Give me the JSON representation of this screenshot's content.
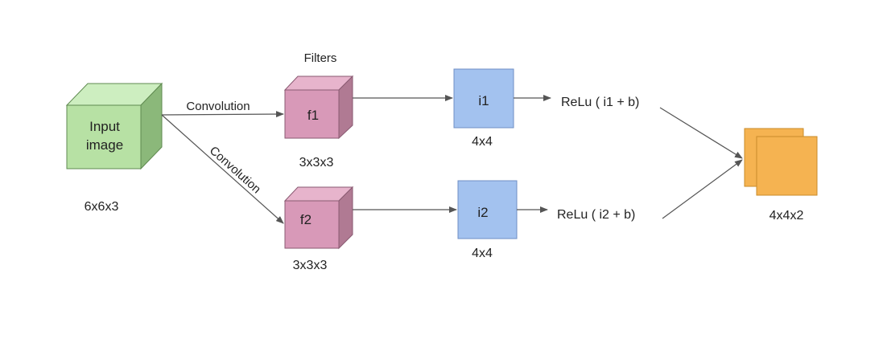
{
  "colors": {
    "input_front": "#b7e1a4",
    "input_top": "#cdeec0",
    "input_side": "#8bb87a",
    "input_stroke": "#5f8a50",
    "filter_front": "#d899b8",
    "filter_top": "#e7b4cc",
    "filter_side": "#b07a93",
    "filter_stroke": "#8a5a72",
    "map_fill": "#a3c2ef",
    "map_stroke": "#6f8fc4",
    "output_fill": "#f5b351",
    "output_stroke": "#c98b2a",
    "arrow": "#555555"
  },
  "input": {
    "label_line1": "Input",
    "label_line2": "image",
    "dims": "6x6x3"
  },
  "filters": {
    "title": "Filters",
    "f1": {
      "label": "f1",
      "dims": "3x3x3"
    },
    "f2": {
      "label": "f2",
      "dims": "3x3x3"
    }
  },
  "edges": {
    "conv_top": "Convolution",
    "conv_bottom": "Convolution"
  },
  "feature_maps": {
    "i1": {
      "label": "i1",
      "dims": "4x4"
    },
    "i2": {
      "label": "i2",
      "dims": "4x4"
    }
  },
  "activations": {
    "relu1": "ReLu ( i1 + b)",
    "relu2": "ReLu ( i2 + b)"
  },
  "output": {
    "dims": "4x4x2"
  }
}
